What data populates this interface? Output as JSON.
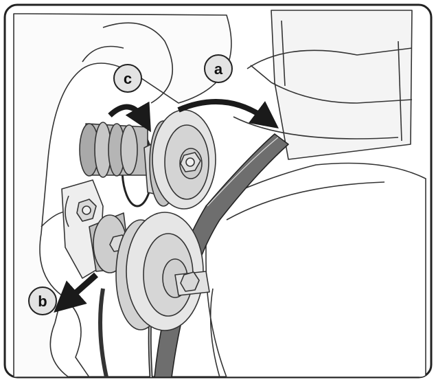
{
  "callouts": {
    "a": "a",
    "b": "b",
    "c": "c"
  },
  "colors": {
    "frame": "#222222",
    "line": "#333333",
    "fill_light": "#e6e6e6",
    "fill_mid": "#cfcfcf",
    "belt": "#6e6e6e",
    "arrow": "#1a1a1a"
  },
  "icons": {
    "arrow_a": "curved-arrow-clockwise",
    "arrow_b": "straight-arrow-down-left",
    "arrow_c": "curved-arrow-clockwise"
  }
}
